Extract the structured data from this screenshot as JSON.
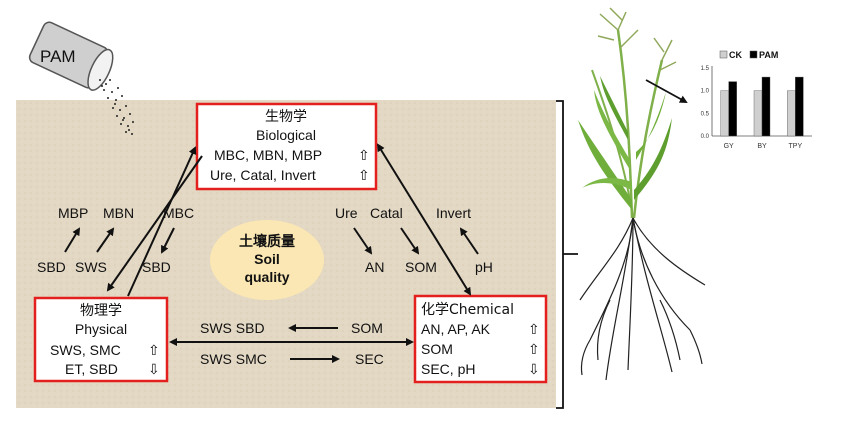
{
  "pam_label": "PAM",
  "center": {
    "line1": "土壤质量",
    "line2": "Soil",
    "line3": "quality"
  },
  "biological": {
    "title_zh": "生物学",
    "title_en": "Biological",
    "line1": "MBC, MBN, MBP",
    "line2": "Ure, Catal, Invert",
    "arrow1": "⇧",
    "arrow2": "⇧"
  },
  "physical": {
    "title_zh": "物理学",
    "title_en": "Physical",
    "line1": "SWS, SMC",
    "line2": "ET, SBD",
    "arrow1": "⇧",
    "arrow2": "⇩"
  },
  "chemical": {
    "title": "化学Chemical",
    "line1": "AN, AP, AK",
    "line2": "SOM",
    "line3": "SEC, pH",
    "arrow1": "⇧",
    "arrow2": "⇧",
    "arrow3": "⇩"
  },
  "labels": {
    "mbp": "MBP",
    "mbn": "MBN",
    "mbc": "MBC",
    "sbd_left": "SBD",
    "sws_left": "SWS",
    "sbd_mid": "SBD",
    "ure": "Ure",
    "catal": "Catal",
    "invert": "Invert",
    "an": "AN",
    "som_top": "SOM",
    "ph": "pH",
    "sws_sbd": "SWS SBD",
    "som_bottom": "SOM",
    "sws_smc": "SWS SMC",
    "sec": "SEC"
  },
  "colors": {
    "soil": "#E3D8C4",
    "box_border": "#E3201E",
    "center_ellipse": "#FBE7B3",
    "ck_bar": "#CFCFCF",
    "pam_bar": "#000000",
    "leaf": "#6FAE3A"
  },
  "chart_data": {
    "type": "bar",
    "categories": [
      "GY",
      "BY",
      "TPY"
    ],
    "series": [
      {
        "name": "CK",
        "values": [
          1.0,
          1.0,
          1.0
        ]
      },
      {
        "name": "PAM",
        "values": [
          1.2,
          1.3,
          1.3
        ]
      }
    ],
    "yticks": [
      "0.0",
      "0.5",
      "1.0",
      "1.5"
    ],
    "ylim": [
      0,
      1.5
    ],
    "legend": "top"
  }
}
